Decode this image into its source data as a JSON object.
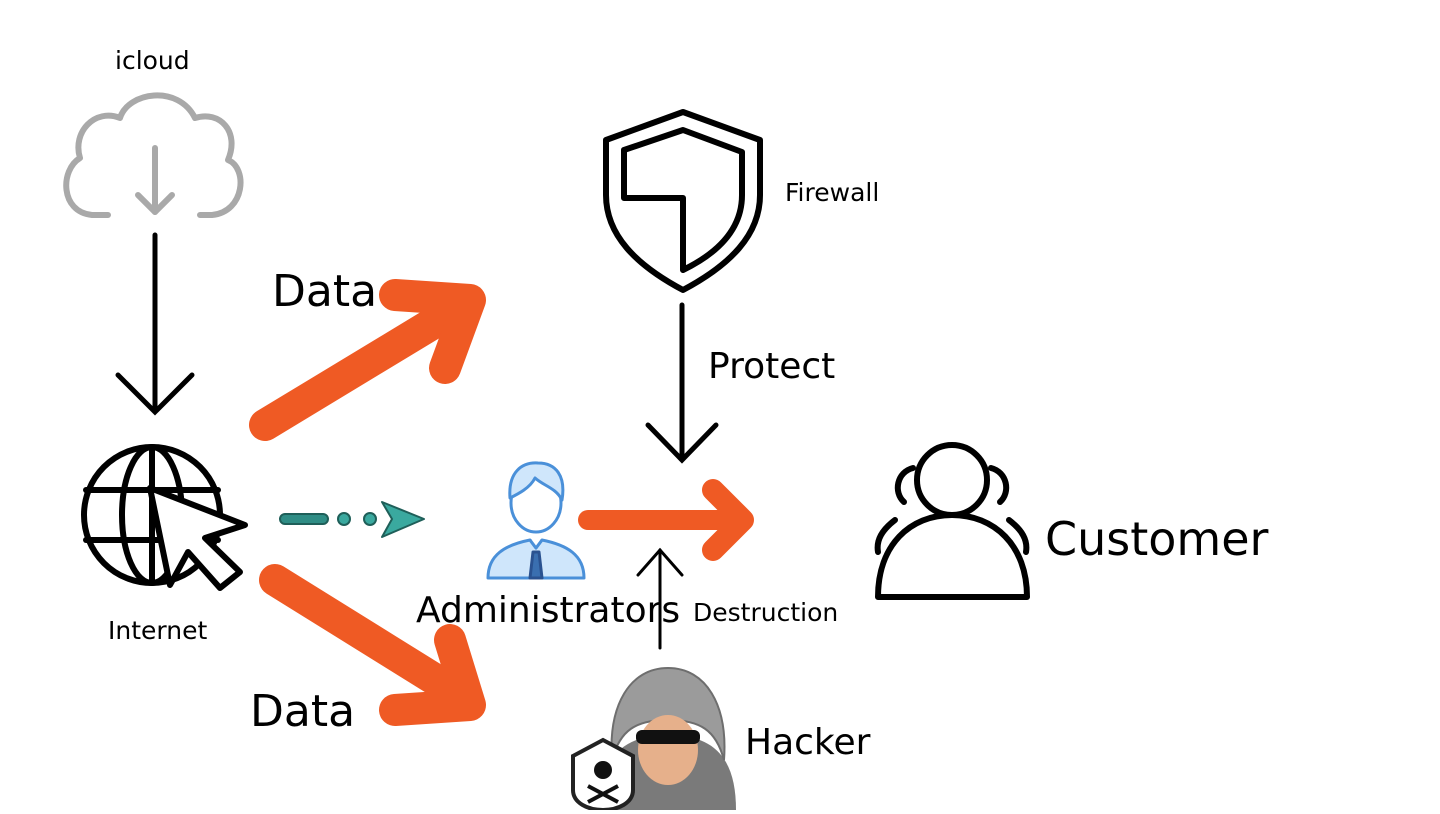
{
  "labels": {
    "icloud": "icloud",
    "firewall": "Firewall",
    "data_top": "Data",
    "protect": "Protect",
    "internet": "Internet",
    "administrators": "Administrators",
    "destruction": "Destruction",
    "customer": "Customer",
    "data_bottom": "Data",
    "hacker": "Hacker"
  },
  "icons": {
    "cloud": "cloud-download-icon",
    "firewall": "shield-icon",
    "internet": "globe-cursor-icon",
    "administrator": "admin-person-icon",
    "customer": "user-group-icon",
    "hacker": "hacker-icon"
  },
  "colors": {
    "accent_arrow": "#ef5a24",
    "cloud_gray": "#a9a9a9",
    "admin_blue": "#4a90d9",
    "admin_fill": "#cfe6fb",
    "dash_teal": "#3aa99f",
    "hacker_gray": "#8a8a8a",
    "ink": "#000000"
  }
}
